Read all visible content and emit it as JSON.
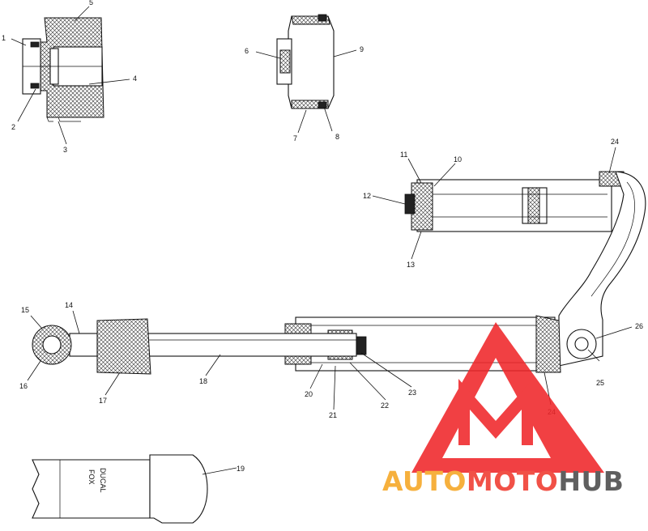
{
  "callouts": [
    {
      "id": "c1",
      "text": "1"
    },
    {
      "id": "c2",
      "text": "2"
    },
    {
      "id": "c3",
      "text": "3"
    },
    {
      "id": "c4",
      "text": "4"
    },
    {
      "id": "c5",
      "text": "5"
    },
    {
      "id": "c6",
      "text": "6"
    },
    {
      "id": "c7",
      "text": "7"
    },
    {
      "id": "c8",
      "text": "8"
    },
    {
      "id": "c9",
      "text": "9"
    },
    {
      "id": "c10",
      "text": "10"
    },
    {
      "id": "c11",
      "text": "11"
    },
    {
      "id": "c12",
      "text": "12"
    },
    {
      "id": "c13",
      "text": "13"
    },
    {
      "id": "c14",
      "text": "14"
    },
    {
      "id": "c15",
      "text": "15"
    },
    {
      "id": "c16",
      "text": "16"
    },
    {
      "id": "c17",
      "text": "17"
    },
    {
      "id": "c18",
      "text": "18"
    },
    {
      "id": "c19",
      "text": "19"
    },
    {
      "id": "c20",
      "text": "20"
    },
    {
      "id": "c21",
      "text": "21"
    },
    {
      "id": "c22",
      "text": "22"
    },
    {
      "id": "c23",
      "text": "23"
    },
    {
      "id": "c24a",
      "text": "24"
    },
    {
      "id": "c24b",
      "text": "24"
    },
    {
      "id": "c25",
      "text": "25"
    },
    {
      "id": "c26",
      "text": "26"
    }
  ],
  "bumper_label": {
    "line1": "FOX",
    "line2": "DUCAL"
  },
  "watermark": {
    "word_part1": "AUTO",
    "word_part2": "MOTO",
    "word_part3": "HUB",
    "colors": {
      "triangle": "#f0262a",
      "auto": "#f5a623",
      "moto": "#f03a2e",
      "hub": "#4a4a4a"
    }
  }
}
